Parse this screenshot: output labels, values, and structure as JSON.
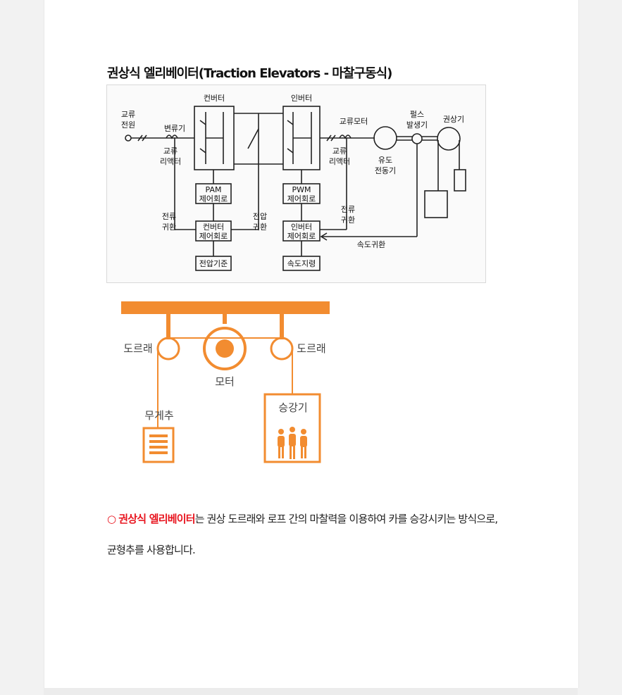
{
  "page": {
    "title": "권상식 엘리베이터(Traction Elevators - 마찰구동식)"
  },
  "circuit": {
    "converter_title": "컨버터",
    "inverter_title": "인버터",
    "ac_source": [
      "교류",
      "전원"
    ],
    "transformer": "변류기",
    "ac_reactor_left": [
      "교류",
      "리액터"
    ],
    "ac_reactor_right": [
      "교류",
      "리액터"
    ],
    "ac_motor": "교류모터",
    "induction_motor": [
      "유도",
      "전동기"
    ],
    "pulse_gen": [
      "펄스",
      "발생기"
    ],
    "hoist": "권상기",
    "pam": [
      "PAM",
      "제어회로"
    ],
    "pwm": [
      "PWM",
      "제어회로"
    ],
    "conv_ctrl": [
      "컨버터",
      "제어회로"
    ],
    "inv_ctrl": [
      "인버터",
      "제어회로"
    ],
    "current_fb_left": [
      "전류",
      "귀환"
    ],
    "voltage_fb": [
      "전압",
      "귀환"
    ],
    "current_fb_right": [
      "전류",
      "귀환"
    ],
    "speed_fb": "속도귀환",
    "voltage_ref": "전압기준",
    "speed_cmd": "속도지령"
  },
  "elevator": {
    "sheave_left": "도르래",
    "sheave_right": "도르래",
    "motor": "모터",
    "counterweight": "무게추",
    "car": "승강기",
    "accent_color": "#f28c30"
  },
  "body": {
    "bullet": "○",
    "highlight": "권상식 엘리베이터",
    "line1_rest": "는 권상 도르래와 로프 간의 마찰력을 이용하여 카를 승강시키는 방식으로,",
    "line2": "균형추를 사용합니다."
  }
}
